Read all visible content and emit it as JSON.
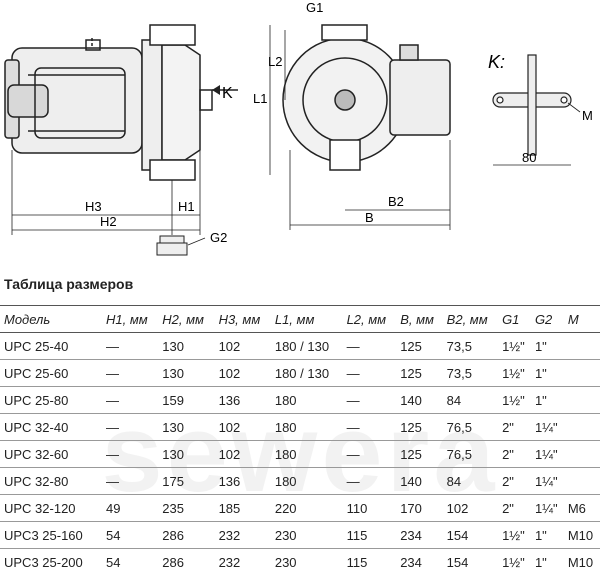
{
  "drawing": {
    "labels": {
      "k_arrow": "K",
      "g1": "G1",
      "l1": "L1",
      "l2": "L2",
      "k_view": "K:",
      "m": "M",
      "dim80": "80",
      "h3": "H3",
      "h1": "H1",
      "h2": "H2",
      "b2": "B2",
      "b": "B",
      "g2": "G2"
    }
  },
  "table_title": "Таблица размеров",
  "table": {
    "headers": [
      "Модель",
      "H1, мм",
      "H2, мм",
      "H3, мм",
      "L1, мм",
      "L2, мм",
      "B, мм",
      "B2, мм",
      "G1",
      "G2",
      "M"
    ],
    "rows": [
      [
        "UPC 25-40",
        "—",
        "130",
        "102",
        "180 / 130",
        "—",
        "125",
        "73,5",
        "1½\"",
        "1\"",
        ""
      ],
      [
        "UPC 25-60",
        "—",
        "130",
        "102",
        "180 / 130",
        "—",
        "125",
        "73,5",
        "1½\"",
        "1\"",
        ""
      ],
      [
        "UPC 25-80",
        "—",
        "159",
        "136",
        "180",
        "—",
        "140",
        "84",
        "1½\"",
        "1\"",
        ""
      ],
      [
        "UPC 32-40",
        "—",
        "130",
        "102",
        "180",
        "—",
        "125",
        "76,5",
        "2\"",
        "1¼\"",
        ""
      ],
      [
        "UPC 32-60",
        "—",
        "130",
        "102",
        "180",
        "—",
        "125",
        "76,5",
        "2\"",
        "1¼\"",
        ""
      ],
      [
        "UPC 32-80",
        "—",
        "175",
        "136",
        "180",
        "—",
        "140",
        "84",
        "2\"",
        "1¼\"",
        ""
      ],
      [
        "UPC 32-120",
        "49",
        "235",
        "185",
        "220",
        "110",
        "170",
        "102",
        "2\"",
        "1¼\"",
        "M6"
      ],
      [
        "UPC3 25-160",
        "54",
        "286",
        "232",
        "230",
        "115",
        "234",
        "154",
        "1½\"",
        "1\"",
        "M10"
      ],
      [
        "UPC3 25-200",
        "54",
        "286",
        "232",
        "230",
        "115",
        "234",
        "154",
        "1½\"",
        "1\"",
        "M10"
      ]
    ]
  },
  "watermark": "sewera"
}
